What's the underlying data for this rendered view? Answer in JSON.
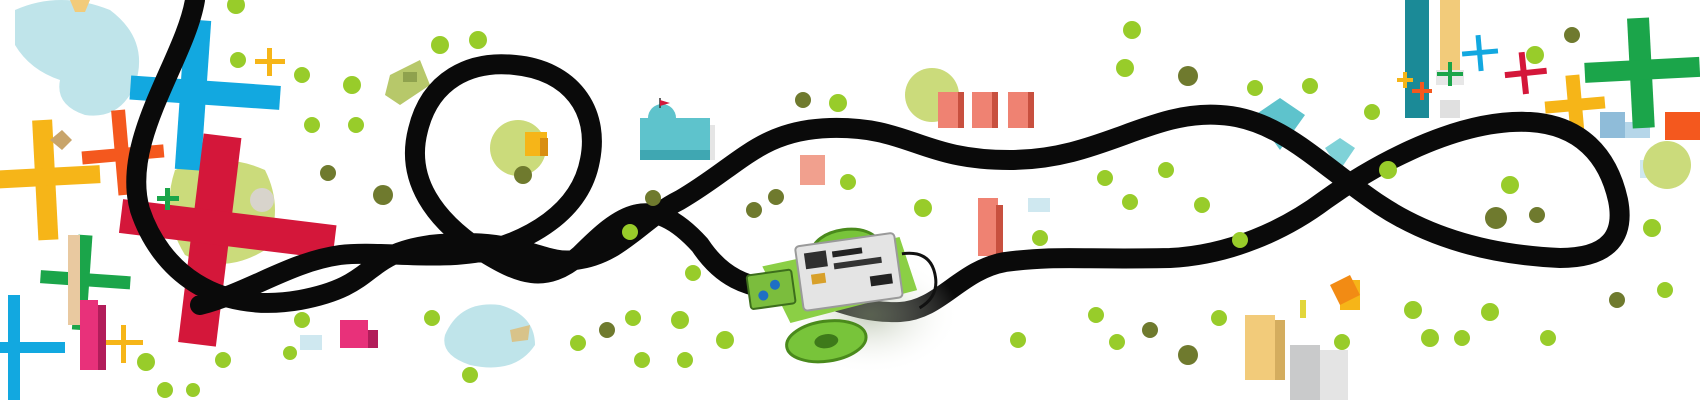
{
  "scene": {
    "background_color": "#ffffff",
    "track_color": "#0a0a0a",
    "palette": {
      "blue": "#12a8e0",
      "red": "#d4173a",
      "yellow": "#f6b518",
      "orange": "#f4581e",
      "green": "#1ba54a",
      "tree": "#98cc2a",
      "tree_dark": "#6f7a2e",
      "water": "#bfe4ea",
      "teal": "#5ec3cc",
      "salmon": "#ef8272",
      "pink": "#e8317a",
      "sand": "#f2cb7a",
      "lawn": "#cbdb7b",
      "gray": "#c9cacb"
    },
    "elements": [
      "black-line-track",
      "line-follower-robot",
      "plus-shaped-roads",
      "trees",
      "ponds",
      "buildings"
    ]
  }
}
